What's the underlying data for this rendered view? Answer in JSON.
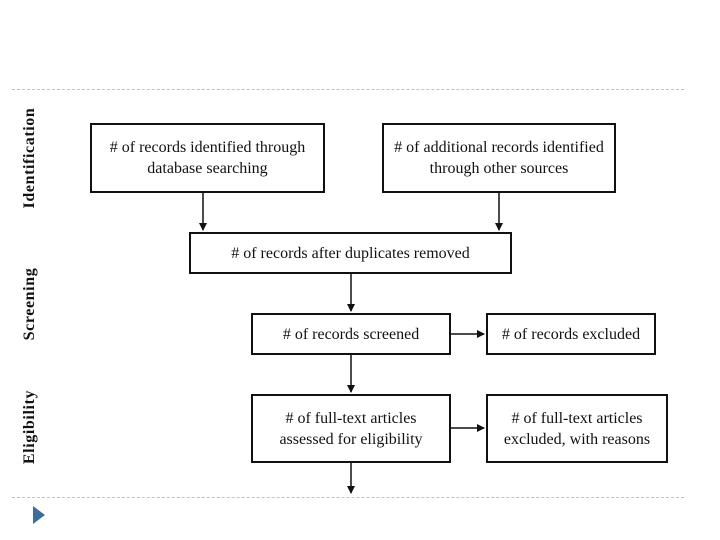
{
  "phases": {
    "identification": "Identification",
    "screening": "Screening",
    "eligibility": "Eligibility"
  },
  "boxes": {
    "records_identified_db": "# of records identified through database searching",
    "additional_records": "# of additional records identified through other sources",
    "after_duplicates": "# of records after duplicates removed",
    "records_screened": "# of records screened",
    "records_excluded": "# of records excluded",
    "fulltext_assessed": "# of full-text articles assessed for eligibility",
    "fulltext_excluded": "# of full-text articles excluded, with reasons"
  },
  "colors": {
    "box_border": "#111111",
    "separator": "#b8c4cc",
    "bullet": "#3a6e9e"
  }
}
